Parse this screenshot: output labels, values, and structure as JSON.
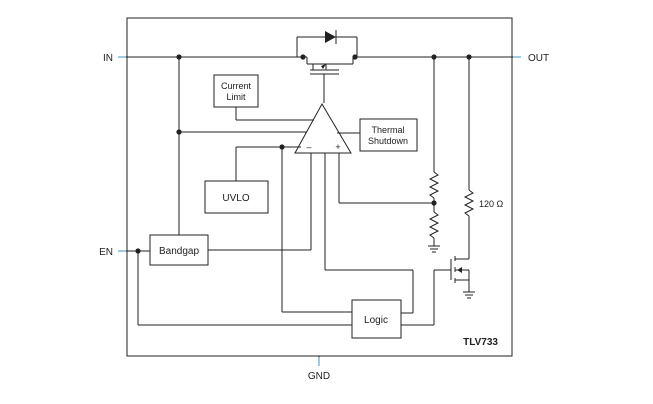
{
  "pins": {
    "in": "IN",
    "out": "OUT",
    "en": "EN",
    "gnd": "GND"
  },
  "blocks": {
    "current_limit_line1": "Current",
    "current_limit_line2": "Limit",
    "thermal_shutdown_line1": "Thermal",
    "thermal_shutdown_line2": "Shutdown",
    "uvlo": "UVLO",
    "bandgap": "Bandgap",
    "logic": "Logic"
  },
  "amplifier": {
    "inverting": "–",
    "non_inverting": "+"
  },
  "resistor_label": "120 Ω",
  "part_number": "TLV733",
  "colors": {
    "pin_marker": "#5fa7d4",
    "line": "#222222"
  }
}
